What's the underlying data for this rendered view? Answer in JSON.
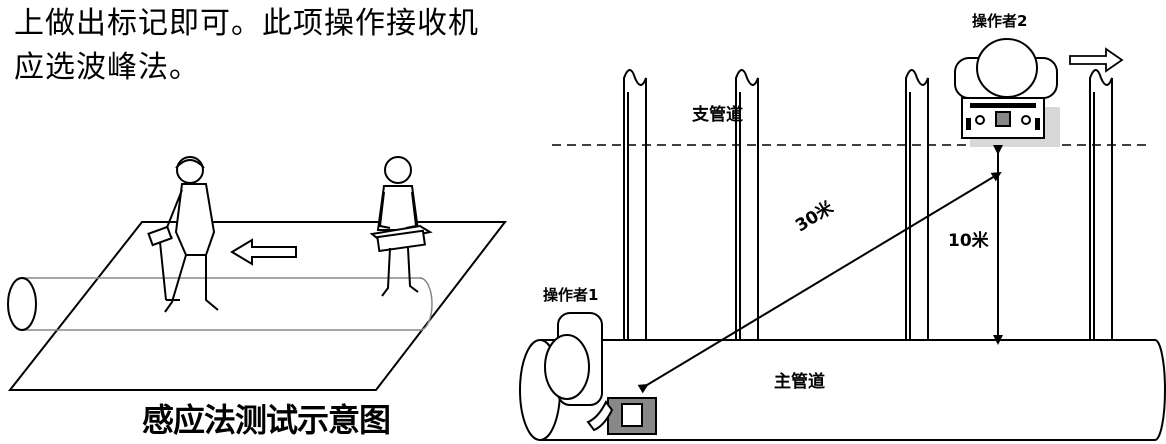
{
  "intro": {
    "line1": "上做出标记即可。此项操作接收机",
    "line2": "应选波峰法。"
  },
  "left_figure": {
    "caption": "感应法测试示意图"
  },
  "right_figure": {
    "operator2_label": "操作者2",
    "operator1_label": "操作者1",
    "branch_pipe_label": "支管道",
    "main_pipe_label": "主管道",
    "distance_diagonal_label": "30米",
    "distance_vertical_label": "10米"
  }
}
